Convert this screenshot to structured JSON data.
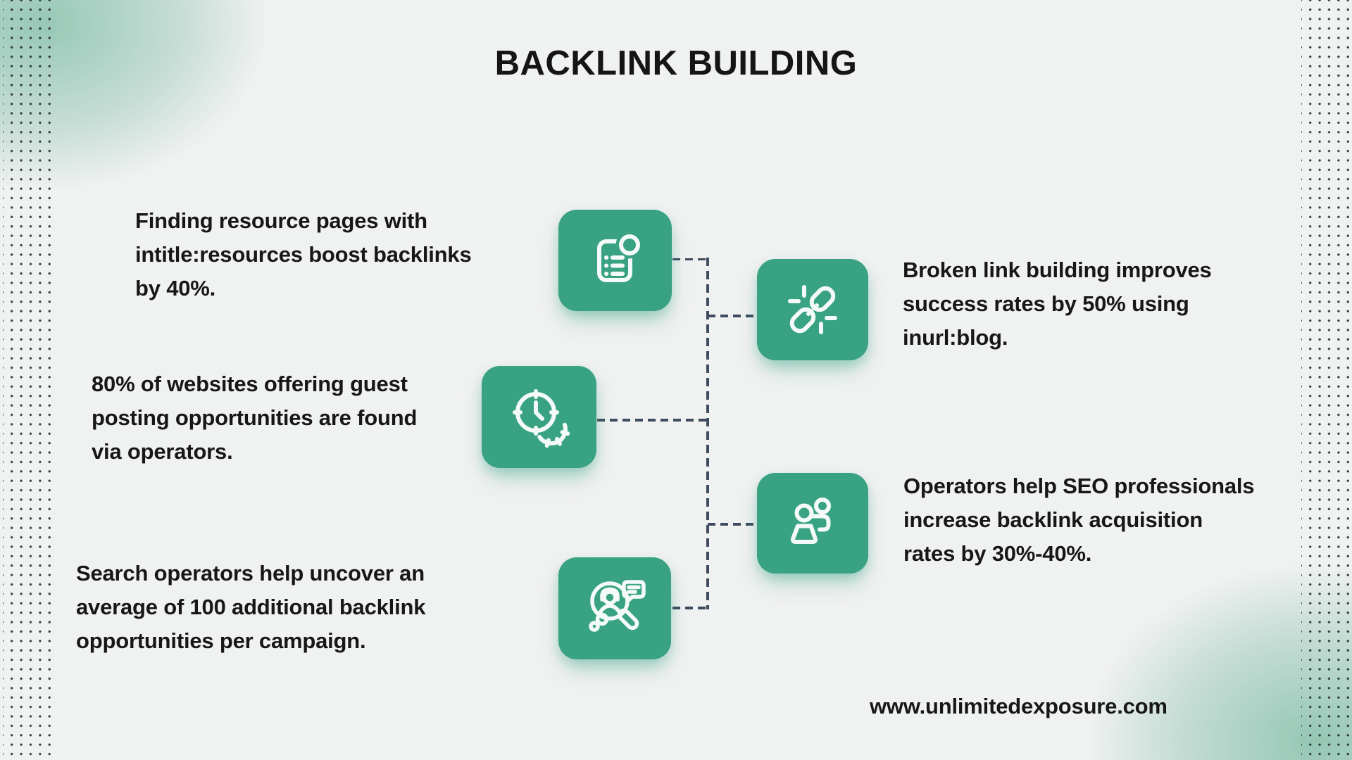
{
  "page": {
    "title": "BACKLINK BUILDING",
    "footer_url": "www.unlimitedexposure.com",
    "colors": {
      "background": "#f0f1f1",
      "tile_green": "#39a283",
      "icon_stroke": "#f4faf7",
      "connector_dash": "#3e4c5e",
      "text": "#171717",
      "corner_glow_green": "#5cac8e"
    }
  },
  "facts": [
    {
      "icon": "document-list-icon",
      "text": "Finding resource pages with\nintitle:resources boost backlinks\nby 40%."
    },
    {
      "icon": "broken-link-icon",
      "text": "Broken link building improves\nsuccess rates by 50% using\ninurl:blog."
    },
    {
      "icon": "clock-icon",
      "text": "80% of websites offering guest\nposting opportunities are found\nvia operators."
    },
    {
      "icon": "people-icon",
      "text": "Operators help SEO professionals\nincrease backlink acquisition\nrates by 30%-40%."
    },
    {
      "icon": "search-profile-icon",
      "text": "Search operators help uncover an\naverage of 100 additional backlink\nopportunities per campaign."
    }
  ]
}
